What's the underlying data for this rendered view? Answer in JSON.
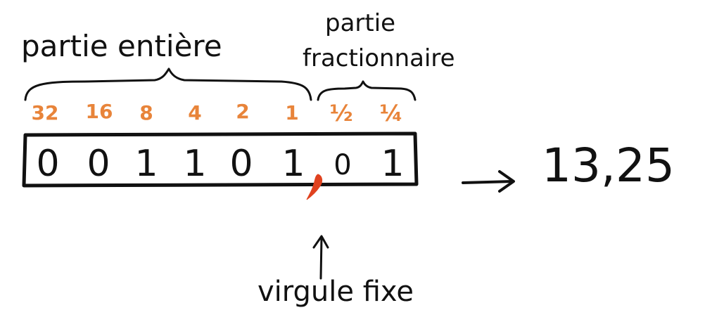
{
  "labels": {
    "integer_part": "partie entière",
    "fraction_part_line1": "partie",
    "fraction_part_line2": "fractionnaire",
    "fixed_point": "virgule fixe",
    "result": "13,25"
  },
  "weights": [
    "32",
    "16",
    "8",
    "4",
    "2",
    "1",
    "½",
    "¼"
  ],
  "bits": [
    "0",
    "0",
    "1",
    "1",
    "0",
    "1",
    "0",
    "1"
  ],
  "colors": {
    "ink": "#111111",
    "weights": "#e8843a",
    "comma_marker": "#e0421f"
  }
}
